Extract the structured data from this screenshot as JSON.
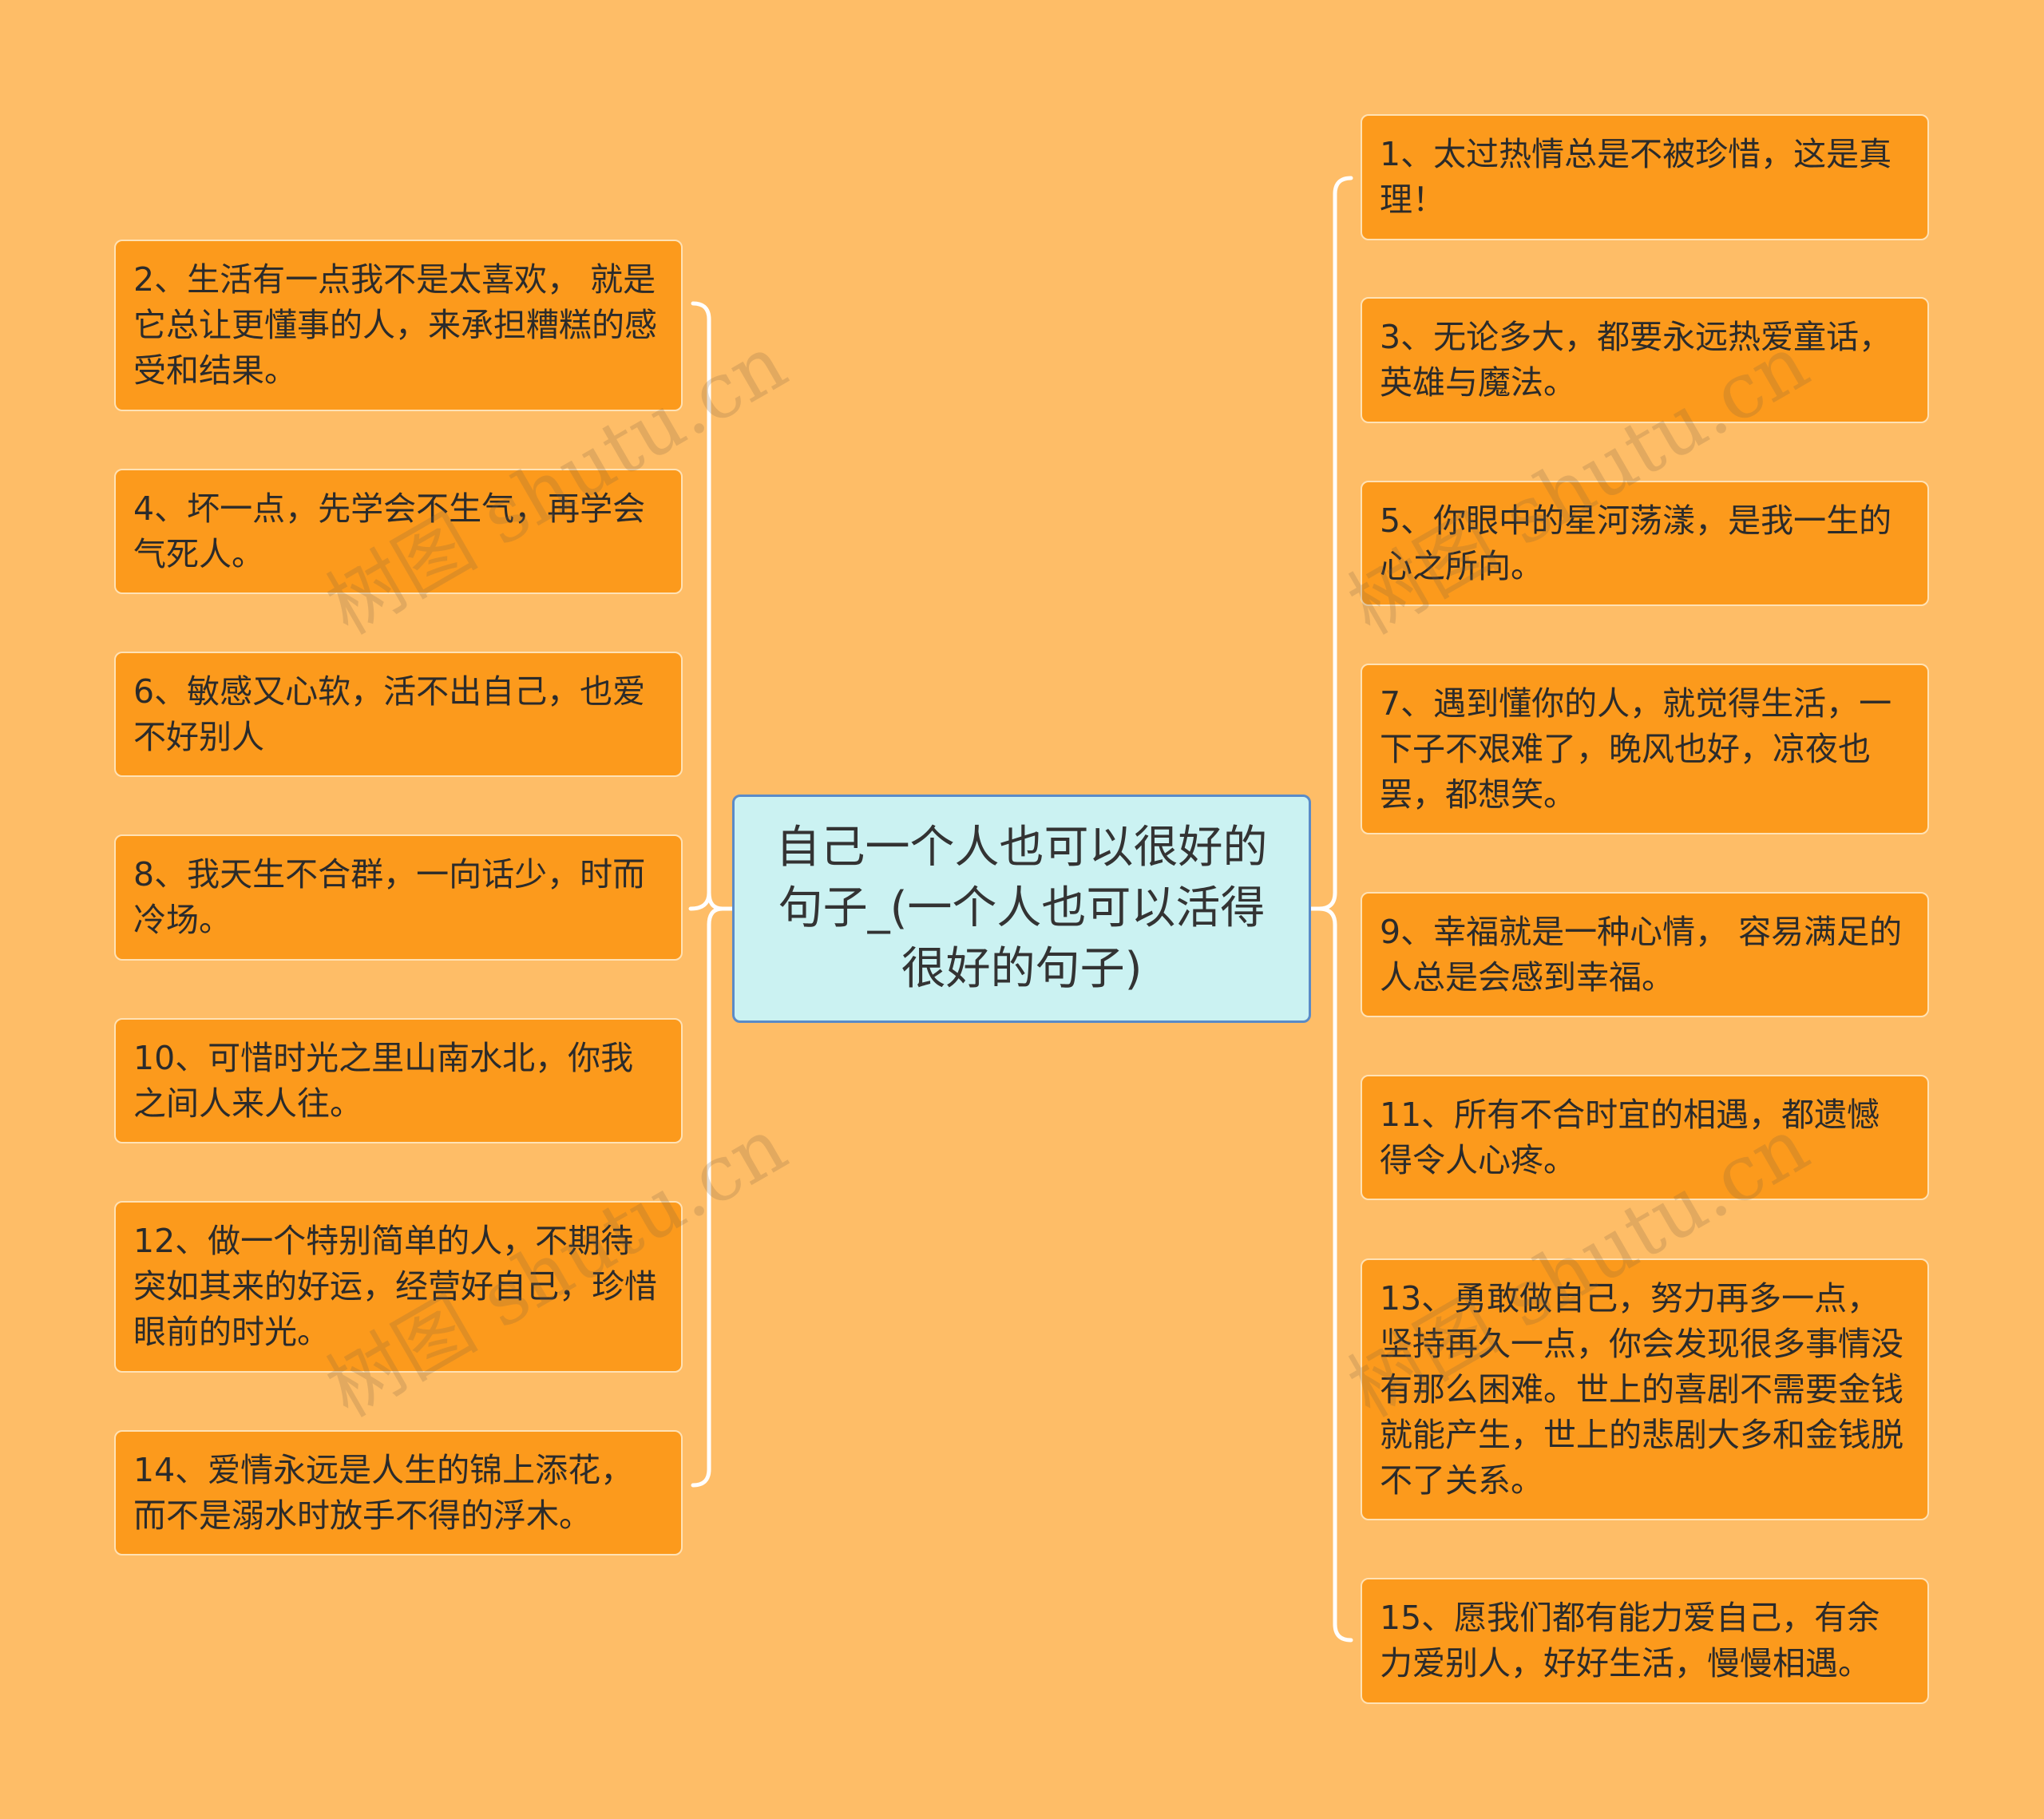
{
  "center": {
    "text": "自己一个人也可以很好的句子_(一个人也可以活得很好的句子)"
  },
  "left_items": [
    {
      "text": "2、生活有一点我不是太喜欢， 就是它总让更懂事的人，来承担糟糕的感受和结果。"
    },
    {
      "text": "4、坏一点，先学会不生气，再学会气死人。"
    },
    {
      "text": "6、敏感又心软，活不出自己，也爱不好别人"
    },
    {
      "text": "8、我天生不合群，一向话少，时而冷场。"
    },
    {
      "text": "10、可惜时光之里山南水北，你我之间人来人往。"
    },
    {
      "text": "12、做一个特别简单的人，不期待突如其来的好运，经营好自己，珍惜眼前的时光。"
    },
    {
      "text": "14、爱情永远是人生的锦上添花，而不是溺水时放手不得的浮木。"
    }
  ],
  "right_items": [
    {
      "text": "1、太过热情总是不被珍惜，这是真理！"
    },
    {
      "text": "3、无论多大，都要永远热爱童话，英雄与魔法。"
    },
    {
      "text": "5、你眼中的星河荡漾，是我一生的心之所向。"
    },
    {
      "text": "7、遇到懂你的人，就觉得生活，一下子不艰难了，晚风也好，凉夜也罢，都想笑。"
    },
    {
      "text": "9、幸福就是一种心情， 容易满足的人总是会感到幸福。"
    },
    {
      "text": "11、所有不合时宜的相遇，都遗憾得令人心疼。"
    },
    {
      "text": "13、勇敢做自己，努力再多一点，坚持再久一点，你会发现很多事情没有那么困难。世上的喜剧不需要金钱就能产生，世上的悲剧大多和金钱脱不了关系。"
    },
    {
      "text": "15、愿我们都有能力爱自己，有余力爱别人，好好生活，慢慢相遇。"
    }
  ],
  "watermarks": [
    {
      "text": "树图 shutu.cn"
    },
    {
      "text": "树图 shutu.cn"
    },
    {
      "text": "树图 shutu.cn"
    },
    {
      "text": "树图 shutu.cn"
    }
  ],
  "colors": {
    "background": "#FEBD67",
    "leaf_fill": "#FC9A1C",
    "leaf_border": "#FFE2B5",
    "center_fill": "#CBF2F2",
    "center_border": "#5B8BC7",
    "connector": "#FFFFFF"
  }
}
